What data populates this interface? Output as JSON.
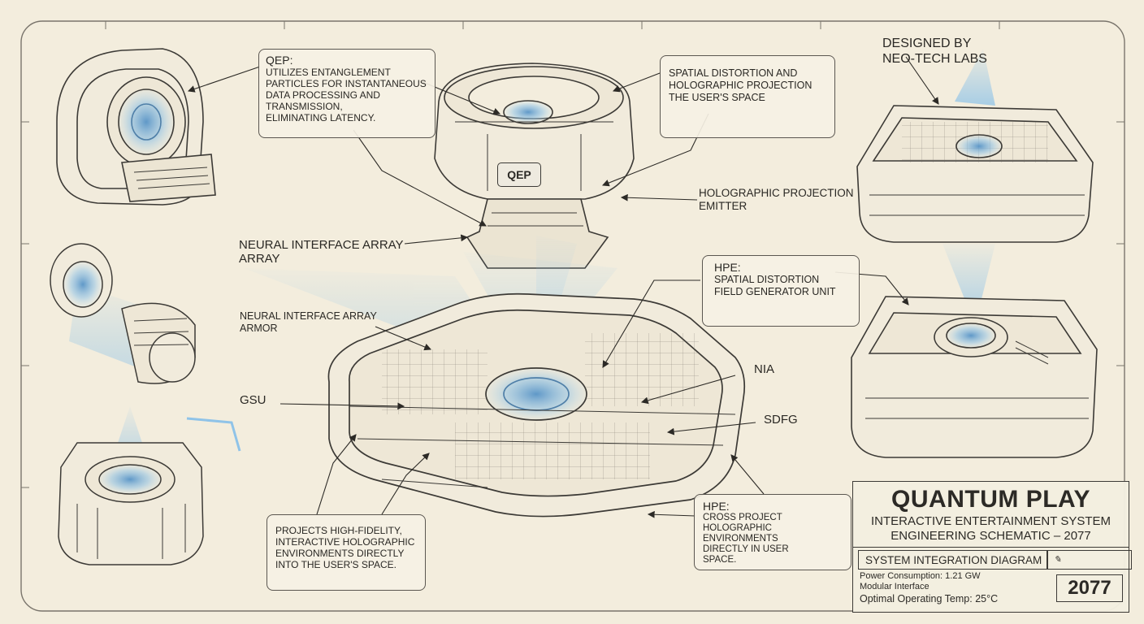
{
  "brand": {
    "designed_by": "DESIGNED BY\nNEO-TECH LABS"
  },
  "callouts": {
    "qep_box": {
      "heading": "QEP:",
      "body": "UTILIZES ENTANGLEMENT\nPARTICLES FOR INSTANTANEOUS\nDATA PROCESSING AND\nTRANSMISSION,\nELIMINATING LATENCY."
    },
    "spatial_box": {
      "body": "SPATIAL DISTORTION AND\nHOLOGRAPHIC PROJECTION\nTHE USER'S SPACE"
    },
    "qep_plate": "QEP",
    "hpe_emitter": "HOLOGRAPHIC PROJECTION\nEMITTER",
    "neural_array_1": "NEURAL INTERFACE ARRAY\nARRAY",
    "neural_array_2": "NEURAL INTERFACE ARRAY\nARMOR",
    "hpe_sdfg_box": {
      "heading": "HPE:",
      "body": "SPATIAL DISTORTION\nFIELD GENERATOR UNIT"
    },
    "nia": "NIA",
    "gsu": "GSU",
    "sdfg": "SDFG",
    "projects_box": {
      "body": "PROJECTS HIGH-FIDELITY,\nINTERACTIVE HOLOGRAPHIC\nENVIRONMENTS DIRECTLY\nINTO THE USER'S SPACE."
    },
    "hpe_env_box": {
      "heading": "HPE:",
      "body": "CROSS PROJECT\nHOLOGRAPHIC ENVIRONMENTS\nDIRECTLY IN USER\nSPACE."
    }
  },
  "title_block": {
    "title": "QUANTUM PLAY",
    "subtitle_1": "INTERACTIVE ENTERTAINMENT SYSTEM",
    "subtitle_2": "ENGINEERING SCHEMATIC – 2077",
    "section": "SYSTEM INTEGRATION DIAGRAM",
    "spec_1": "Power Consumption: 1.21 GW",
    "spec_2": "Modular Interface",
    "spec_3": "Optimal Operating Temp: 25°C",
    "year": "2077"
  },
  "colors": {
    "paper": "#f3eddd",
    "ink": "#3c3a36",
    "holo_blue": "#8fc3e8",
    "holo_core": "#4f8fc6"
  }
}
